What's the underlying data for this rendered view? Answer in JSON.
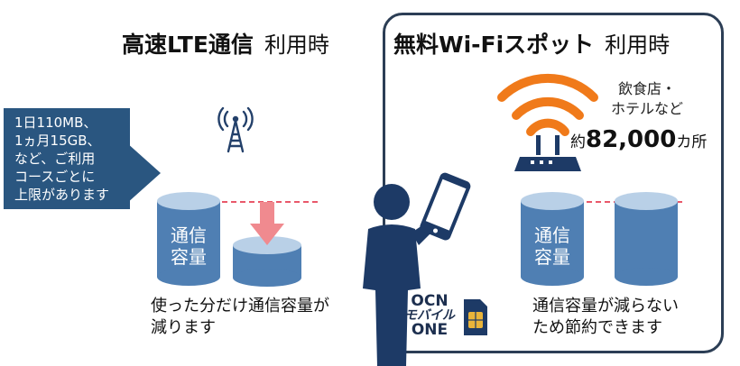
{
  "lte": {
    "title_main": "高速LTE通信",
    "title_sub": "利用時",
    "callout": [
      "1日110MB、",
      "1ヵ月15GB、",
      "など、ご利用",
      "コースごとに",
      "上限があります"
    ],
    "cylinder_label": [
      "通信",
      "容量"
    ],
    "caption": [
      "使った分だけ通信容量が",
      "減ります"
    ]
  },
  "wifi": {
    "title_main": "無料Wi-Fiスポット",
    "title_sub": "利用時",
    "places": [
      "飲食店・",
      "ホテルなど"
    ],
    "count_prefix": "約",
    "count_value": "82,000",
    "count_suffix": "カ所",
    "cylinder_label": [
      "通信",
      "容量"
    ],
    "caption": [
      "通信容量が減らない",
      "ため節約できます"
    ]
  },
  "logo": {
    "lines": [
      "OCN",
      "モバイル",
      "ONE"
    ]
  },
  "colors": {
    "cylinder_body": "#4f7fb3",
    "cylinder_top": "#b9d0e7",
    "dashed_line": "#e9586a",
    "arrow": "#f08a8f",
    "wifi_orange": "#f07a1a",
    "navy": "#1d3a66",
    "callout_bg": "#2a5680",
    "panel_border": "#2c3e55"
  },
  "icons": [
    "antenna-icon",
    "person-icon",
    "smartphone-icon",
    "wifi-router-icon",
    "sim-card-icon"
  ]
}
